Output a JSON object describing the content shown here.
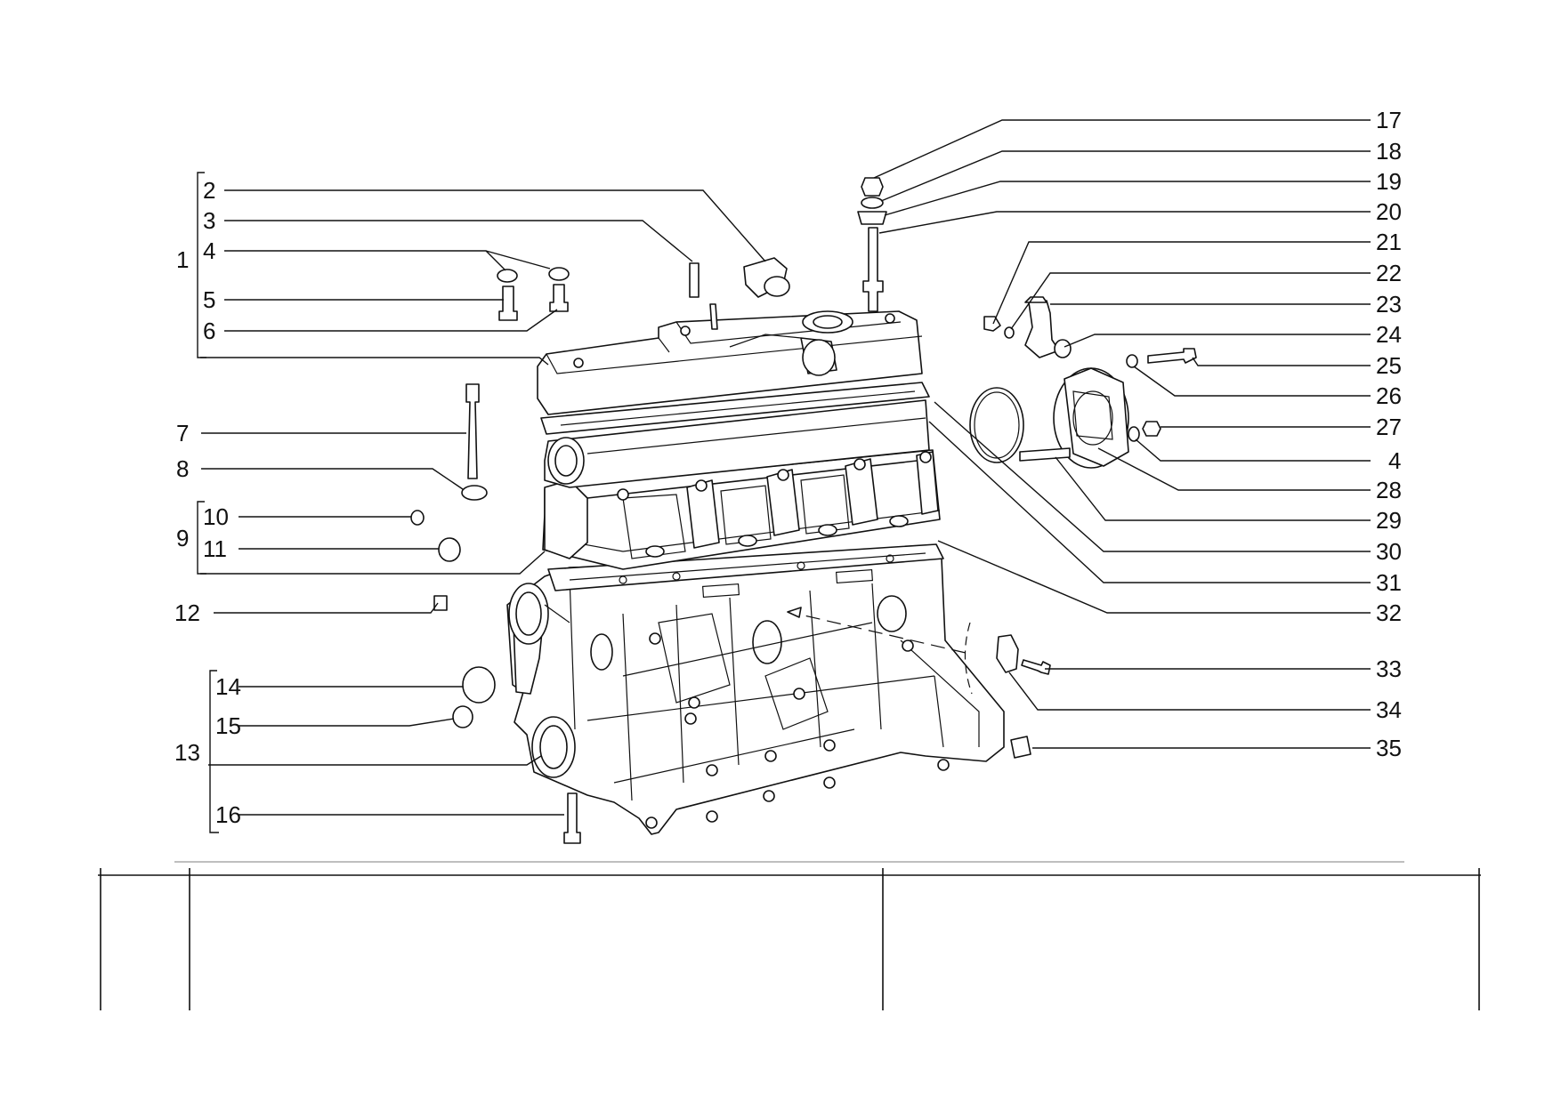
{
  "diagram": {
    "callouts": [
      "1",
      "2",
      "3",
      "4",
      "5",
      "6",
      "7",
      "8",
      "9",
      "10",
      "11",
      "12",
      "13",
      "14",
      "15",
      "16",
      "17",
      "18",
      "19",
      "20",
      "21",
      "22",
      "23",
      "24",
      "25",
      "26",
      "27",
      "4",
      "28",
      "29",
      "30",
      "31",
      "32",
      "33",
      "34",
      "35"
    ]
  }
}
